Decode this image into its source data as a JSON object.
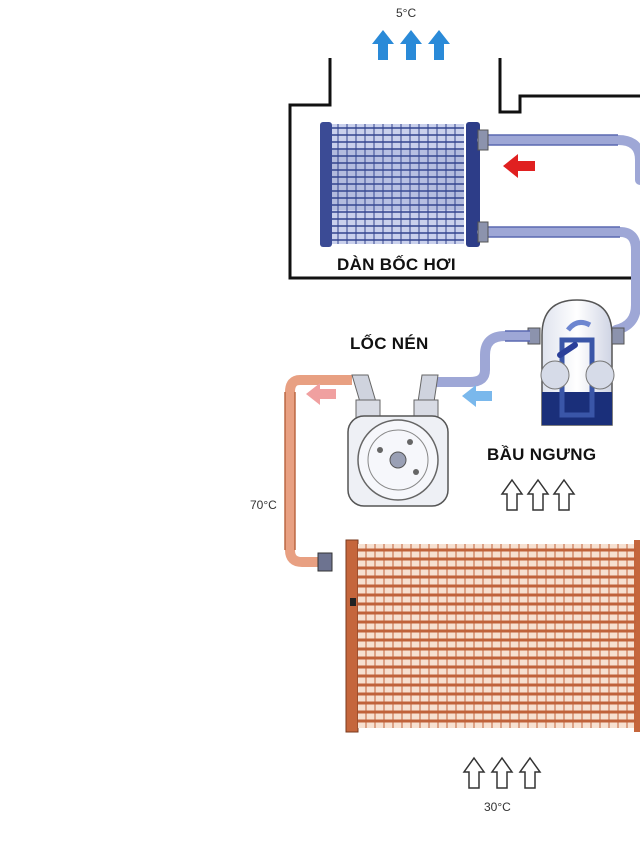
{
  "labels": {
    "evaporator": "DÀN BỐC HƠI",
    "compressor": "LỐC NÉN",
    "receiver": "BẦU NGƯNG",
    "temp_top": "5°C",
    "temp_discharge": "70°C",
    "temp_bottom": "30°C"
  },
  "colors": {
    "cold_pipe": "#9ea7d6",
    "hot_pipe": "#e8a082",
    "evaporator_fin": "#3a4a8a",
    "condenser_fin": "#c0623a",
    "arrow_blue": "#2a8ad8",
    "arrow_red": "#e02020",
    "arrow_pink": "#f0a0a0",
    "arrow_lightblue": "#7ab8ec"
  },
  "icons": {
    "airflow_out": "up-arrow-icon",
    "airflow_in": "hollow-up-arrow-icon",
    "flow_direction": "left-arrow-icon"
  }
}
